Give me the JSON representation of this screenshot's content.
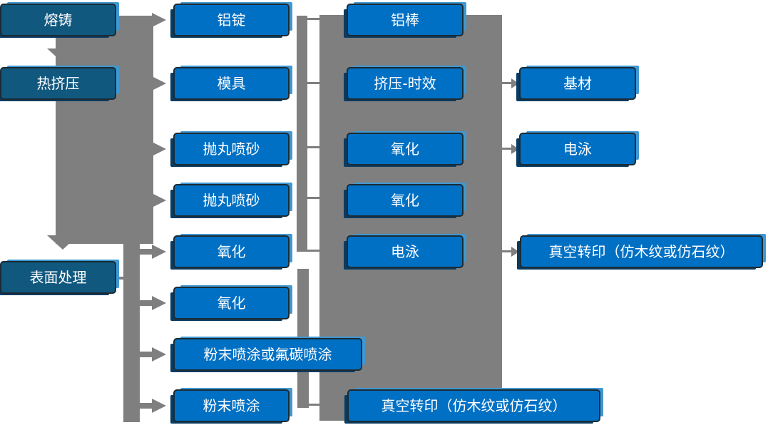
{
  "colors": {
    "box_blue": "#0070C4",
    "box_dark_blue": "#11587F",
    "connector_gray": "#7F7F7F",
    "highlight_blue": "#3F98D2",
    "shadow_navy": "#0A3B61",
    "node_border": "#1C2B33",
    "text_white": "#FFFFFF"
  },
  "flowchart": {
    "column1": [
      {
        "label": "熔铸"
      },
      {
        "label": "热挤压"
      },
      {
        "label": "表面处理"
      }
    ],
    "column2": [
      {
        "label": "铝锭"
      },
      {
        "label": "模具"
      },
      {
        "label": "抛丸喷砂"
      },
      {
        "label": "抛丸喷砂"
      },
      {
        "label": "氧化"
      },
      {
        "label": "氧化"
      },
      {
        "label": "粉末喷涂或氟碳喷涂"
      },
      {
        "label": "粉末喷涂"
      }
    ],
    "column3": [
      {
        "label": "铝棒"
      },
      {
        "label": "挤压-时效"
      },
      {
        "label": "氧化"
      },
      {
        "label": "氧化"
      },
      {
        "label": "电泳"
      },
      {
        "label": "真空转印（仿木纹或仿石纹）"
      }
    ],
    "column4": [
      {
        "label": "基材"
      },
      {
        "label": "电泳"
      },
      {
        "label": "真空转印（仿木纹或仿石纹）"
      }
    ]
  }
}
